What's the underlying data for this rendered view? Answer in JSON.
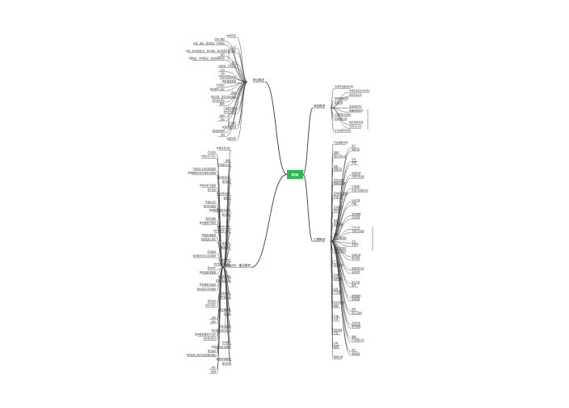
{
  "root": {
    "label": "RIA",
    "color": "#2db84b"
  },
  "branches": {
    "a": {
      "label": "项目概述"
    },
    "b": {
      "label": "主要概述"
    },
    "c": {
      "label": "风险概述"
    },
    "d": {
      "label": "市场分析，建议事项"
    }
  },
  "a_nodes": [
    "市场背景",
    "市场与数据",
    "政策、组织、规划建设、市场建设",
    "以及",
    "市场、城市规划结合、城乡规划，城市规划等进行细化",
    "整合",
    "一级建设，市场建设，建设成果综合",
    "参与",
    "一组建设、市场开发",
    "公司",
    "市场",
    "市场主体建设分析",
    "城市发展需求",
    "市场服务",
    "城市规划与建设",
    "增长",
    "建设市场，城市化建设发展",
    "城市建设发展",
    "服务",
    "产品服务质量",
    "城市规划发展",
    "规划",
    "指标",
    "公司市场",
    "市场开发计划",
    "项目发展规划",
    "市场",
    "全面分析"
  ],
  "c_nodes": [
    "市场环境需求分析",
    "市场环境变化分析评价",
    "风险评估识别",
    "风险结构分析",
    "融资风险",
    "投资风险评估",
    "政策风险应对",
    "市场风险识别评估",
    "管理风险分析",
    "财务风险评估",
    "风险综合分析",
    "应对措施风险评估"
  ],
  "b_nodes": [
    "行业规模分析",
    "技术",
    "规模分析",
    "发展",
    "细分市场分析",
    "区域",
    "市场",
    "规模",
    "规模分析",
    "市场分析",
    "市场分析规模",
    "城市化趋势",
    "规模化发展",
    "市场规划",
    "区域行业规模分析",
    "区域行业规模",
    "区域分析",
    "行业市场",
    "产品",
    "区域市场",
    "城市化",
    "城市规模",
    "行业发展",
    "规模",
    "发展趋势",
    "行业分析",
    "市场竞争规模",
    "规模",
    "行业分析规模",
    "竞争",
    "竞争力",
    "区域竞争格局",
    "主要竞争对手",
    "竞争分析",
    "技术发展",
    "产品",
    "市场定位",
    "发展规划分析",
    "发展规划",
    "市场",
    "规划规模",
    "技术方案",
    "技术",
    "发展",
    "行业规划",
    "区域规划",
    "规划规模",
    "城市化规划",
    "规划",
    "规划",
    "技术与规划",
    "产品",
    "行业",
    "区域市场",
    "城市发展",
    "城市规模",
    "市场",
    "规划",
    "行业规模分析",
    "市场",
    "区域",
    "城市",
    "规划发展",
    "规划分析"
  ],
  "d_nodes": [
    "市场背景分析",
    "行业政策",
    "市场分析与评价",
    "区域",
    "市场规划分析",
    "市场分析与城市发展规划",
    "区域规划分析与城市化发展",
    "城市规划分析",
    "规划建设",
    "市场分析与发展",
    "城市发展",
    "区域规划发展",
    "城市化",
    "区域化分析",
    "城市区域发展",
    "区域城市规划与发展",
    "城市规划",
    "城市化规模",
    "城市发展与规划",
    "城市化与区域",
    "城市化规划与分析",
    "城市区域规划",
    "规划发展与城市",
    "规划分析",
    "发展分析",
    "区域规划",
    "城市规划分析与区域规划",
    "城市分析",
    "城市发展规划建设",
    "规划城市",
    "城市化区域发展",
    "城市规划建设",
    "城市化发展规划",
    "城市规划与建设",
    "城市发展与区域规划",
    "区域城市化",
    "城市化建设",
    "规划发展",
    "城市区域化",
    "城市化区域",
    "区域化",
    "规划",
    "城市",
    "城市化规划",
    "城市规划发展与分析",
    "区域规划发展与分析",
    "城市规划区域",
    "区域城市",
    "城市化分析与规划",
    "城市建设",
    "城市规划与城市化发展规划建设",
    "城市区域规划",
    "城市区域",
    "城市",
    "区域"
  ]
}
